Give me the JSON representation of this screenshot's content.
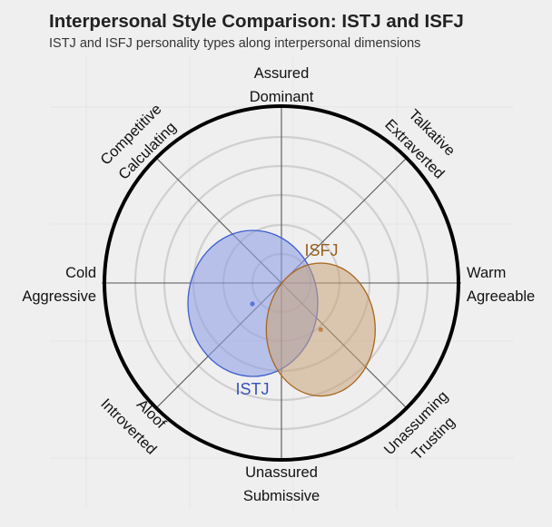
{
  "chart_data": {
    "type": "scatter",
    "subtype": "interpersonal-circumplex",
    "title": "Interpersonal Style Comparison: ISTJ and ISFJ",
    "subtitle": "ISTJ and ISFJ personality types along interpersonal dimensions",
    "axes": {
      "top": [
        "Assured",
        "Dominant"
      ],
      "top_right": [
        "Talkative",
        "Extraverted"
      ],
      "right": [
        "Warm",
        "Agreeable"
      ],
      "bottom_right": [
        "Unassuming",
        "Trusting"
      ],
      "bottom": [
        "Unassured",
        "Submissive"
      ],
      "bottom_left": [
        "Aloof",
        "Introverted"
      ],
      "left": [
        "Cold",
        "Aggressive"
      ],
      "top_left": [
        "Competitive",
        "Calculating"
      ]
    },
    "rings": 5,
    "range": [
      -6,
      6
    ],
    "grid": true,
    "series": [
      {
        "name": "ISTJ",
        "color": "#3f5ecf",
        "fill": "#8f9fe6",
        "center": {
          "x": -1.0,
          "y": -0.7
        },
        "spread": {
          "x": 2.2,
          "y": 2.5
        }
      },
      {
        "name": "ISFJ",
        "color": "#a8661c",
        "fill": "#c9a27a",
        "center": {
          "x": 1.35,
          "y": -1.6
        },
        "spread": {
          "x": 1.85,
          "y": 2.25
        }
      }
    ]
  },
  "labels": {
    "top_1": "Assured",
    "top_2": "Dominant",
    "tr_1": "Talkative",
    "tr_2": "Extraverted",
    "right_1": "Warm",
    "right_2": "Agreeable",
    "br_1": "Unassuming",
    "br_2": "Trusting",
    "bottom_1": "Unassured",
    "bottom_2": "Submissive",
    "bl_1": "Aloof",
    "bl_2": "Introverted",
    "left_1": "Cold",
    "left_2": "Aggressive",
    "tl_1": "Competitive",
    "tl_2": "Calculating",
    "istj": "ISTJ",
    "isfj": "ISFJ"
  }
}
